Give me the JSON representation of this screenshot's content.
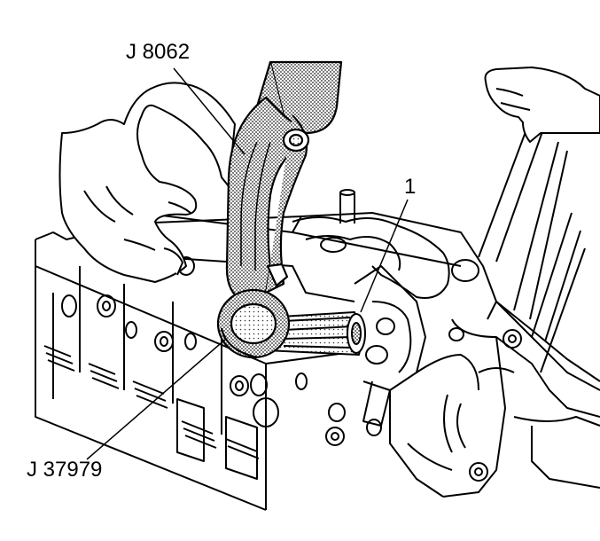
{
  "labels": {
    "tool_upper": "J 8062",
    "callout_one": "1",
    "tool_lower": "J 37979"
  }
}
